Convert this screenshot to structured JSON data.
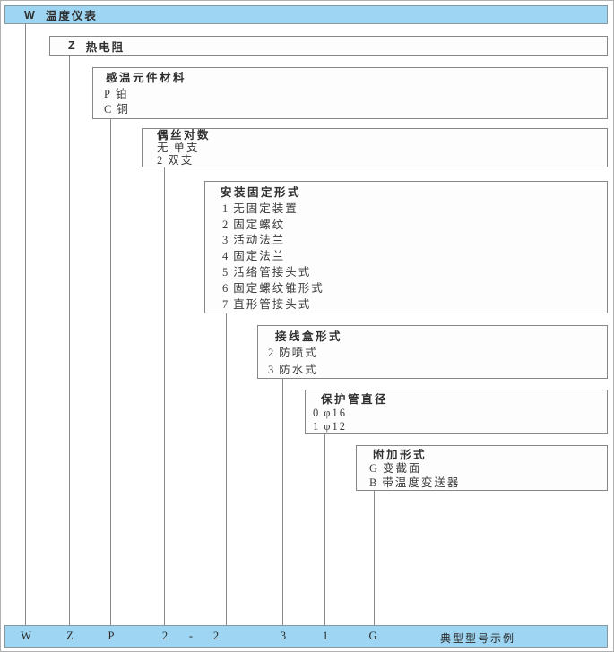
{
  "colors": {
    "bar_blue": "#9ed5f2",
    "box_border_gray": "#878787",
    "line_gray": "#8a8a8a",
    "text_dark": "#333333"
  },
  "top_bar": {
    "code": "W",
    "label": "温度仪表"
  },
  "levels": [
    {
      "key": "sensor-category",
      "code": "Z",
      "label": "热电阻",
      "items": []
    },
    {
      "key": "sensing-element-material",
      "title": "感温元件材料",
      "items": [
        {
          "code": "P",
          "label": "铂"
        },
        {
          "code": "C",
          "label": "铜"
        }
      ]
    },
    {
      "key": "wire-pair-count",
      "title": "偶丝对数",
      "items": [
        {
          "code": "无",
          "label": "单支"
        },
        {
          "code": "2",
          "label": "双支"
        }
      ]
    },
    {
      "key": "mounting-fixation-form",
      "title": "安装固定形式",
      "items": [
        {
          "code": "1",
          "label": "无固定装置"
        },
        {
          "code": "2",
          "label": "固定螺纹"
        },
        {
          "code": "3",
          "label": "活动法兰"
        },
        {
          "code": "4",
          "label": "固定法兰"
        },
        {
          "code": "5",
          "label": "活络管接头式"
        },
        {
          "code": "6",
          "label": "固定螺纹锥形式"
        },
        {
          "code": "7",
          "label": "直形管接头式"
        }
      ]
    },
    {
      "key": "junction-box-form",
      "title": "接线盒形式",
      "items": [
        {
          "code": "2",
          "label": "防喷式"
        },
        {
          "code": "3",
          "label": "防水式"
        }
      ]
    },
    {
      "key": "protection-tube-diameter",
      "title": "保护管直径",
      "items": [
        {
          "code": "0",
          "label": "φ16"
        },
        {
          "code": "1",
          "label": "φ12"
        }
      ]
    },
    {
      "key": "additional-form",
      "title": "附加形式",
      "items": [
        {
          "code": "G",
          "label": "变截面"
        },
        {
          "code": "B",
          "label": "带温度变送器"
        }
      ]
    }
  ],
  "bottom_bar": {
    "codes": [
      "W",
      "Z",
      "P",
      "2",
      "-",
      "2",
      "3",
      "1",
      "G"
    ],
    "label": "典型型号示例"
  }
}
